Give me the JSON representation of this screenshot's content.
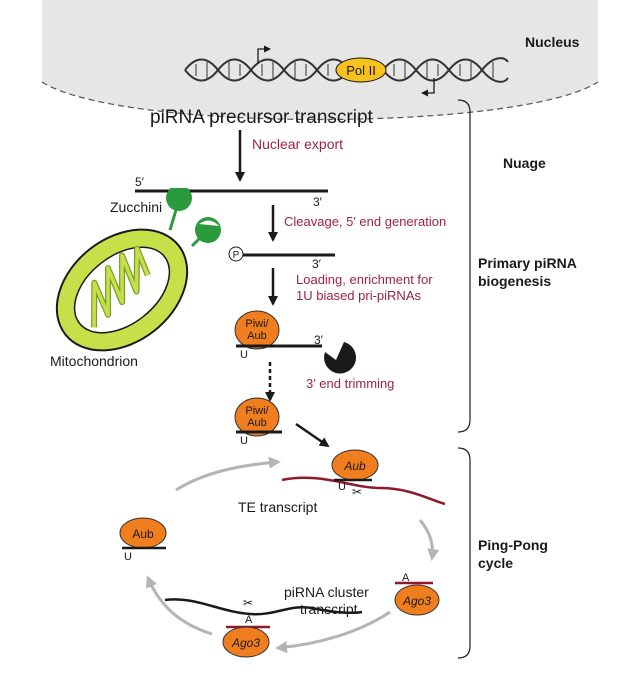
{
  "regions": {
    "nucleus": "Nucleus",
    "nuage": "Nuage"
  },
  "sections": {
    "primary_line1": "Primary piRNA",
    "primary_line2": "biogenesis",
    "pingpong_line1": "Ping-Pong",
    "pingpong_line2": "cycle"
  },
  "labels": {
    "pol_ii": "Pol II",
    "precursor": "piRNA precursor transcript",
    "zucchini": "Zucchini",
    "mitochondrion": "Mitochondrion",
    "te_transcript": "TE transcript",
    "cluster_line1": "piRNA cluster",
    "cluster_line2": "transcript",
    "phosphate": "P",
    "five_prime": "5′",
    "three_prime": "3′",
    "three_prime_b": "3′",
    "three_prime_c": "3′",
    "u_base": "U",
    "a_base": "A"
  },
  "steps": {
    "nuclear_export": "Nuclear export",
    "cleavage": "Cleavage, 5′ end generation",
    "loading_line1": "Loading, enrichment for",
    "loading_line2": "1U biased pri-piRNAs",
    "trimming": "3′ end trimming"
  },
  "proteins": {
    "piwi_aub_line1": "Piwi/",
    "piwi_aub_line2": "Aub",
    "aub": "Aub",
    "ago3": "Ago3"
  },
  "colors": {
    "nucleus_fill": "#e6e6e6",
    "protein_orange": "#f07d1e",
    "mito_green": "#c6e04a",
    "zucchini_green": "#2a9a3c",
    "step_red": "#a2233f",
    "te_red": "#8e1b2c",
    "cycle_arrow_gray": "#b4b4b4"
  }
}
